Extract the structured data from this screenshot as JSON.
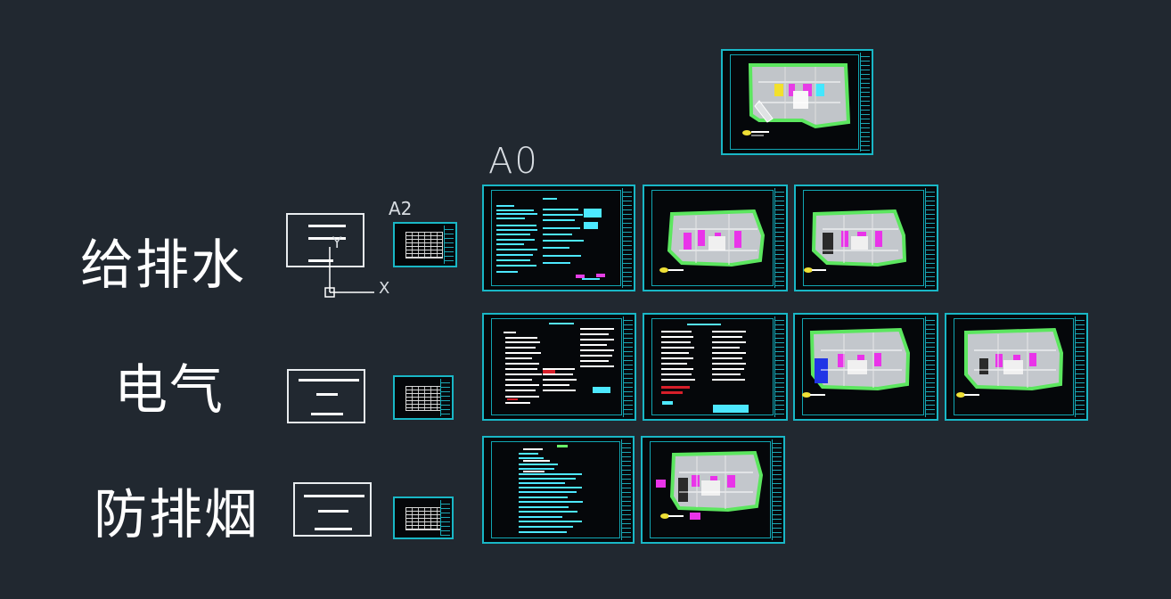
{
  "colors": {
    "background": "#212830",
    "sheet_border": "#19b7c6",
    "text_cyan": "#5fe7ff",
    "text_white": "#ffffff",
    "green_border": "#62e75c",
    "magenta": "#e82fe8",
    "yellow": "#f1e12a",
    "red": "#d71f2a",
    "gray_plan": "#bfc3c7"
  },
  "workspace": {
    "rows": [
      {
        "label": "给排水",
        "symbol": "table-symbol-icon"
      },
      {
        "label": "电气",
        "symbol": "table-symbol-icon"
      },
      {
        "label": "防排烟",
        "symbol": "table-symbol-icon"
      }
    ],
    "size_labels": {
      "a2": "A2",
      "a0": "A0"
    },
    "ucs": {
      "y_axis": "Y",
      "x_axis": "X",
      "icon": "ucs-axis-icon"
    }
  },
  "sheets": {
    "top": {
      "kind": "floor-plan",
      "content": "site-plan"
    },
    "water": [
      {
        "kind": "notes-sheet",
        "content": "design-notes"
      },
      {
        "kind": "floor-plan",
        "content": "plumbing-plan"
      },
      {
        "kind": "floor-plan",
        "content": "plumbing-plan"
      }
    ],
    "electrical": [
      {
        "kind": "notes-sheet",
        "content": "electrical-notes"
      },
      {
        "kind": "notes-sheet",
        "content": "electrical-notes"
      },
      {
        "kind": "floor-plan",
        "content": "electrical-plan"
      },
      {
        "kind": "floor-plan",
        "content": "electrical-plan"
      }
    ],
    "smoke": [
      {
        "kind": "notes-sheet",
        "content": "smoke-notes"
      },
      {
        "kind": "floor-plan",
        "content": "smoke-plan"
      }
    ]
  }
}
